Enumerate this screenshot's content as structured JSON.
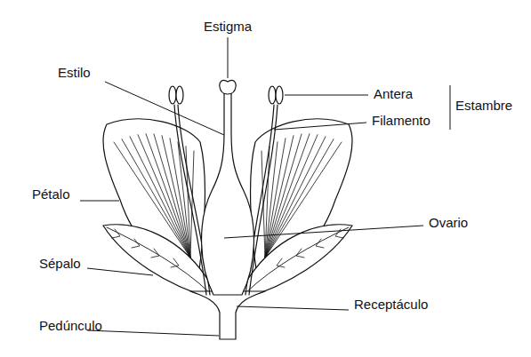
{
  "diagram": {
    "labels": [
      "Estigma",
      "Estilo",
      "Antera",
      "Filamento",
      "Estambre",
      "Pétalo",
      "Ovario",
      "Sépalo",
      "Receptáculo",
      "Pedúnculo"
    ]
  }
}
